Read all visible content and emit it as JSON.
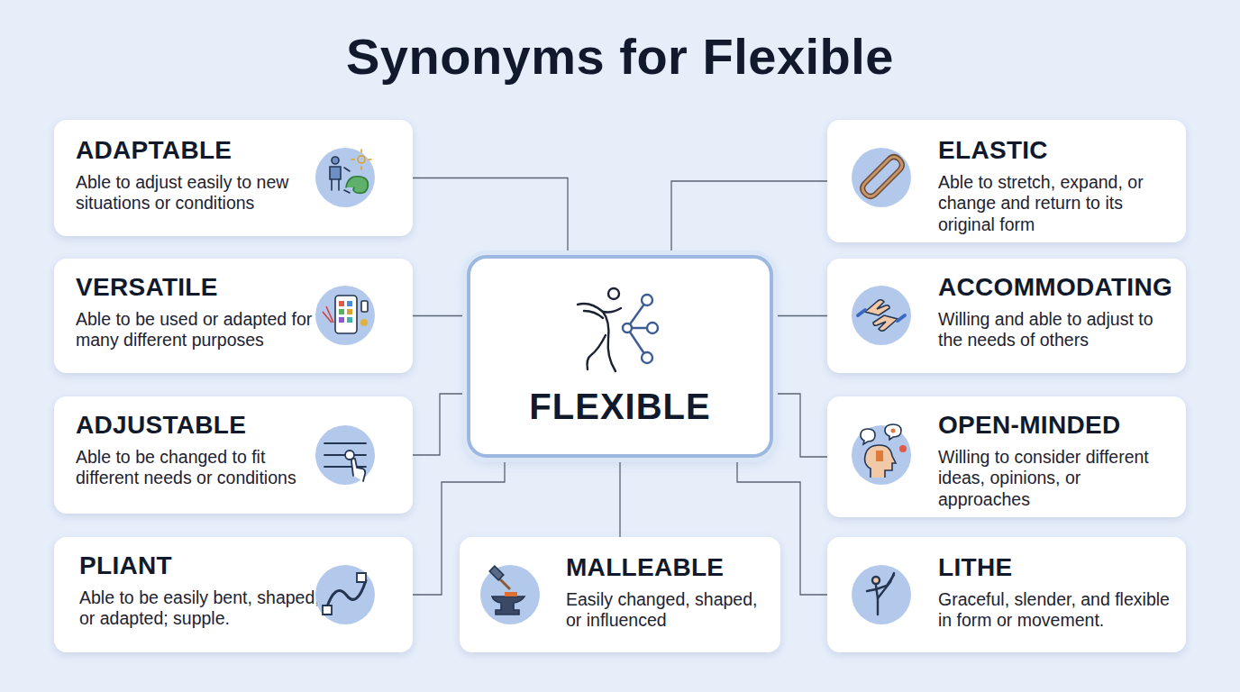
{
  "diagram": {
    "title": "Synonyms for Flexible",
    "nodes": [
      {
        "text": [
          "FLEXIBLE"
        ]
      },
      {
        "text": [
          "ADAPTABLE",
          "Able to adjust easily to new situations or conditions"
        ]
      },
      {
        "text": [
          "ELASTIC",
          "Able to stretch, expand, or change and return to its original form"
        ]
      },
      {
        "text": [
          "VERSATILE",
          "Able to be used or adapted for many different purposes"
        ]
      },
      {
        "text": [
          "ACCOMMODATING",
          "Willing and able to adjust to the needs of others"
        ]
      },
      {
        "text": [
          "ADJUSTABLE",
          "Able to be changed to fit different needs or conditions"
        ]
      },
      {
        "text": [
          "OPEN-MINDED",
          "Willing to consider different ideas, opinions, or approaches"
        ]
      },
      {
        "text": [
          "PLIANT",
          "Able to be easily bent, shaped, or adapted; supple."
        ]
      },
      {
        "text": [
          "MALLEABLE",
          "Easily changed, shaped, or influenced"
        ]
      },
      {
        "text": [
          "LITHE",
          "Graceful, slender, and flexible in form or movement."
        ]
      }
    ],
    "edges": [
      {
        "from": 0,
        "to": 1,
        "arrow": "none"
      },
      {
        "from": 0,
        "to": 2,
        "arrow": "none"
      },
      {
        "from": 0,
        "to": 3,
        "arrow": "none"
      },
      {
        "from": 0,
        "to": 4,
        "arrow": "none"
      },
      {
        "from": 0,
        "to": 5,
        "arrow": "none"
      },
      {
        "from": 0,
        "to": 6,
        "arrow": "none"
      },
      {
        "from": 0,
        "to": 7,
        "arrow": "none"
      },
      {
        "from": 0,
        "to": 8,
        "arrow": "none"
      },
      {
        "from": 0,
        "to": 9,
        "arrow": "none"
      }
    ]
  }
}
